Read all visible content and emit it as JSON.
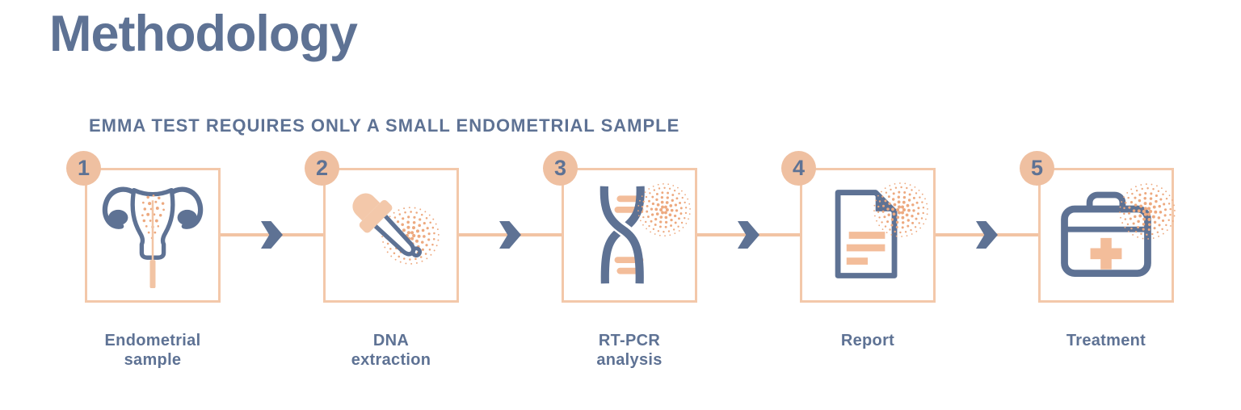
{
  "page": {
    "title": "Methodology",
    "subtitle": "EMMA TEST REQUIRES ONLY A SMALL ENDOMETRIAL SAMPLE"
  },
  "colors": {
    "bg": "#ffffff",
    "slate": "#5e7294",
    "peach": "#f3c8aa",
    "peach-badge": "#efc0a1",
    "peach-line": "#f2c4a4",
    "peach-deep": "#f3bd9a",
    "dots": "#eda97f"
  },
  "steps": [
    {
      "number": "1",
      "label": "Endometrial\nsample",
      "icon": "uterus-sample-icon"
    },
    {
      "number": "2",
      "label": "DNA\nextraction",
      "icon": "dropper-icon"
    },
    {
      "number": "3",
      "label": "RT-PCR\nanalysis",
      "icon": "dna-helix-icon"
    },
    {
      "number": "4",
      "label": "Report",
      "icon": "report-document-icon"
    },
    {
      "number": "5",
      "label": "Treatment",
      "icon": "medical-kit-icon"
    }
  ]
}
